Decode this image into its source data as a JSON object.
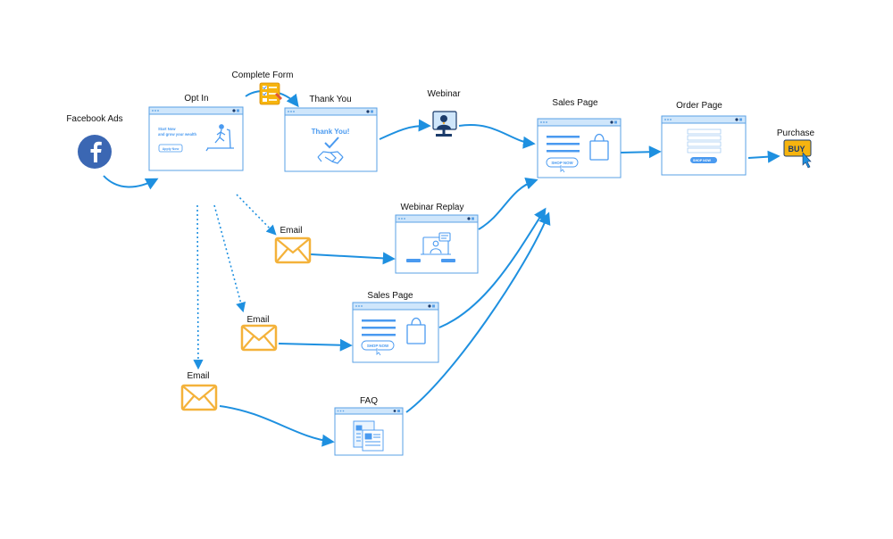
{
  "colors": {
    "flow": "#1e90e0",
    "window_border": "#5aa0e6",
    "window_bar": "#cfe6fb",
    "accent": "#4a9af0",
    "email": "#f4b23a",
    "facebook": "#3b67b3",
    "buy_badge": "#f6b40f"
  },
  "nodes": {
    "facebook_ads": {
      "label": "Facebook Ads",
      "icon": "facebook-icon"
    },
    "opt_in": {
      "label": "Opt In",
      "line1": "Start Now",
      "line2": "and grow your wealth",
      "button": "Apply Now",
      "icon": "treadmill-icon"
    },
    "complete_form": {
      "label": "Complete Form",
      "icon": "form-checklist-icon"
    },
    "thank_you": {
      "label": "Thank You",
      "heading": "Thank You!",
      "icon": "handshake-icon"
    },
    "webinar": {
      "label": "Webinar",
      "icon": "presenter-icon"
    },
    "sales_page_main": {
      "label": "Sales Page",
      "button": "SHOP NOW",
      "icon": "shopping-bag-icon"
    },
    "order_page": {
      "label": "Order Page",
      "button": "SHOP NOW"
    },
    "purchase": {
      "label": "Purchase",
      "badge": "BUY",
      "icon": "cursor-icon"
    },
    "email_1": {
      "label": "Email",
      "icon": "envelope-icon"
    },
    "email_2": {
      "label": "Email",
      "icon": "envelope-icon"
    },
    "email_3": {
      "label": "Email",
      "icon": "envelope-icon"
    },
    "webinar_replay": {
      "label": "Webinar Replay",
      "icon": "video-call-icon"
    },
    "sales_page_email": {
      "label": "Sales Page",
      "button": "SHOP NOW",
      "icon": "shopping-bag-icon"
    },
    "faq": {
      "label": "FAQ",
      "icon": "documents-icon"
    }
  }
}
